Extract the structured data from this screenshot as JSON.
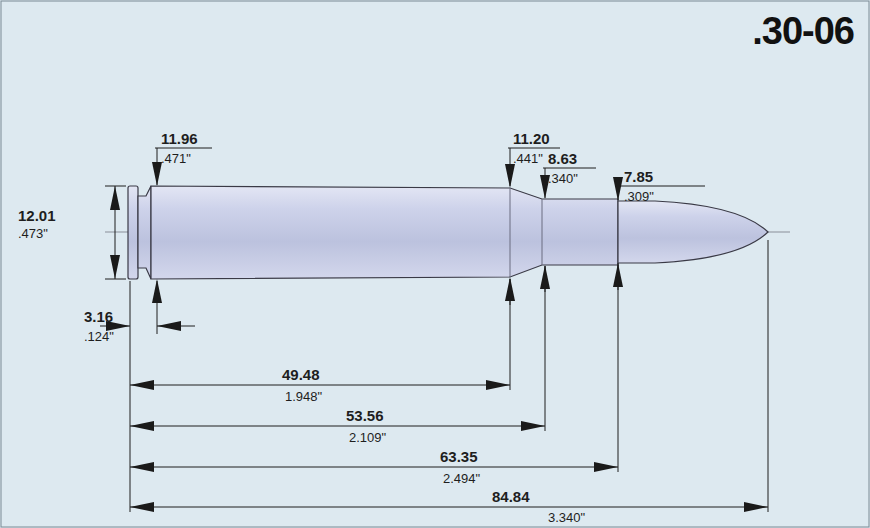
{
  "diagram": {
    "title": ".30-06",
    "labels": [
      "11.20",
      ".441\"",
      "8.63",
      ".340\"",
      "11.96",
      ".471\"",
      "7.85",
      ".309\"",
      "12.01",
      ".473\"",
      "3.16",
      ".124\"",
      "49.48",
      "1.948\"",
      "53.56",
      "2.109\"",
      "63.35",
      "2.494\"",
      "84.84",
      "3.340\""
    ]
  }
}
